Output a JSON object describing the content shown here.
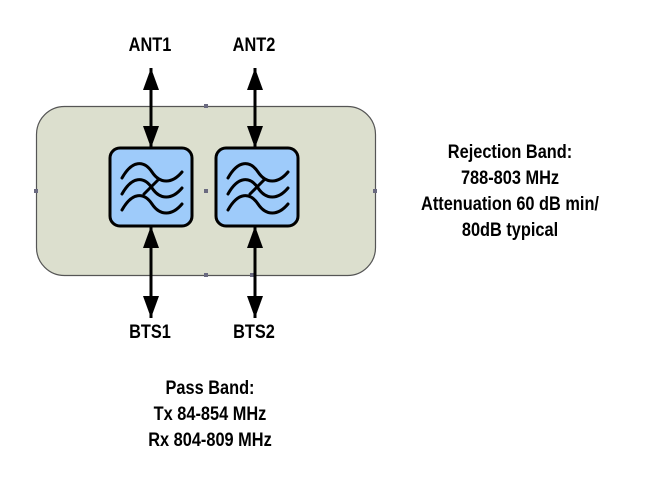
{
  "colors": {
    "housing_fill": "#dcdfce",
    "housing_stroke": "#555555",
    "filter_fill": "#9ecbfa",
    "filter_stroke": "#000000",
    "handle": "#6a6a80",
    "text": "#000000"
  },
  "ports": {
    "ant1": "ANT1",
    "ant2": "ANT2",
    "bts1": "BTS1",
    "bts2": "BTS2"
  },
  "filters": [
    {
      "name": "filter-1",
      "icon": "bandpass-filter-icon"
    },
    {
      "name": "filter-2",
      "icon": "bandpass-filter-icon"
    }
  ],
  "rejection_band": {
    "lines": [
      "Rejection Band:",
      "788-803 MHz",
      "Attenuation 60 dB min/",
      "80dB typical"
    ]
  },
  "pass_band": {
    "lines": [
      "Pass Band:",
      "Tx 84-854 MHz",
      "Rx 804-809 MHz"
    ]
  }
}
